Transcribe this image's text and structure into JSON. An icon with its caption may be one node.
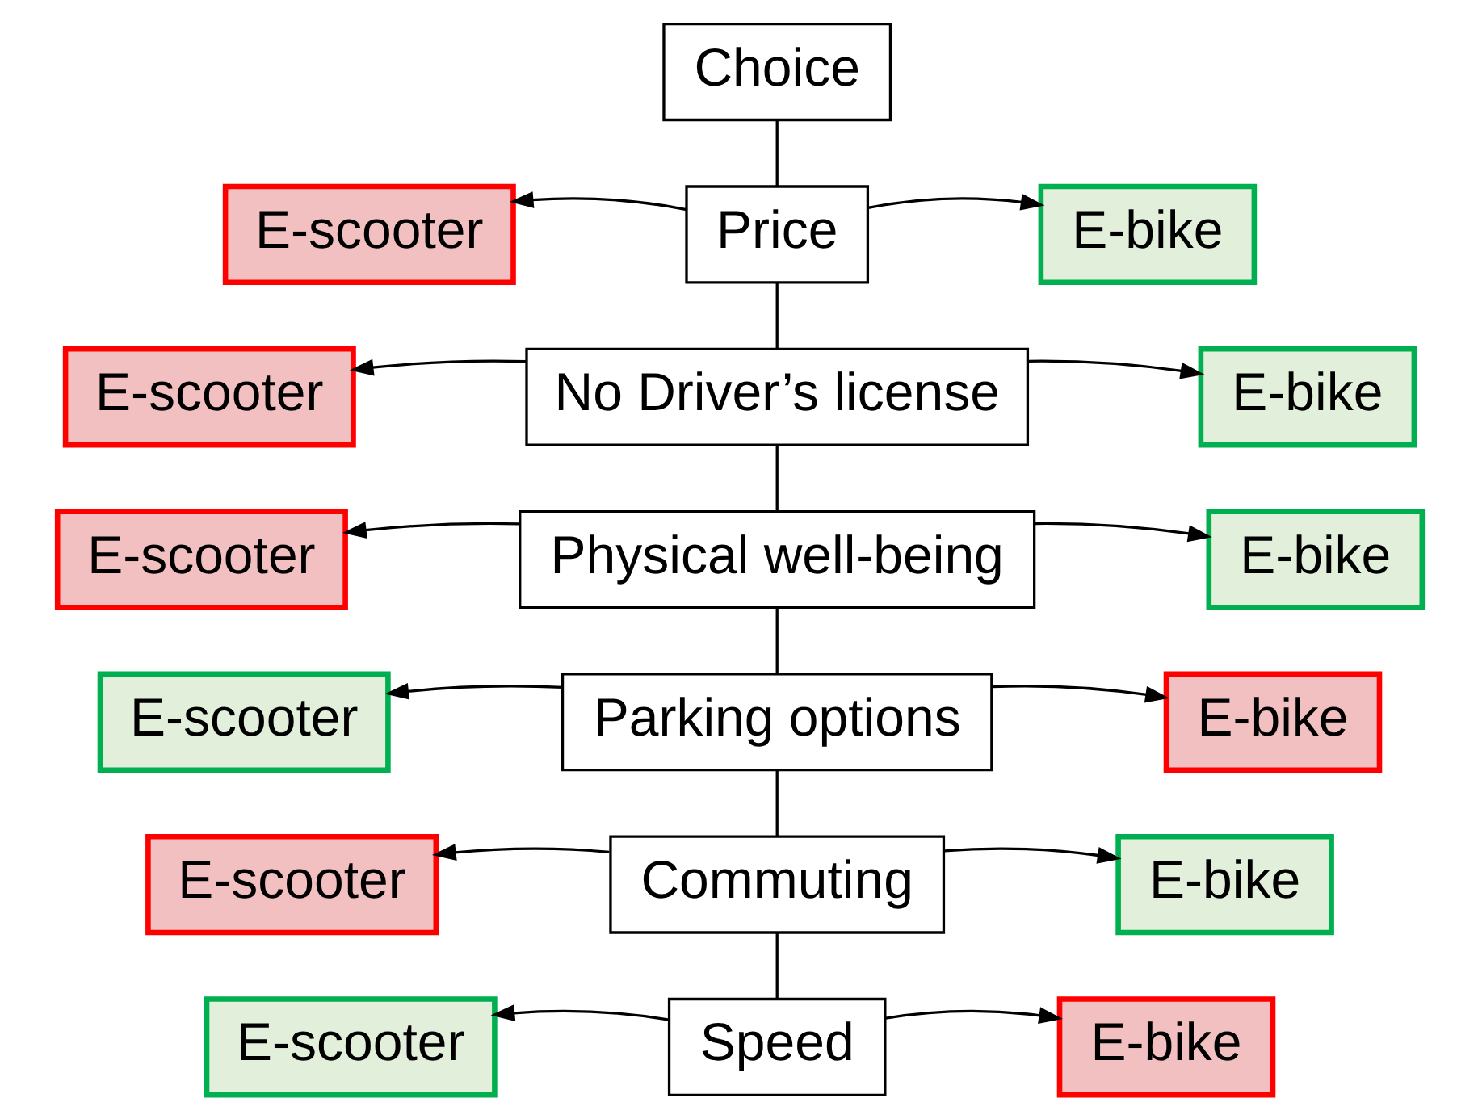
{
  "diagram": {
    "nodes": [
      {
        "text": [
          "Choice"
        ]
      },
      {
        "text": [
          "Price"
        ]
      },
      {
        "text": [
          "E-scooter"
        ]
      },
      {
        "text": [
          "E-bike"
        ]
      },
      {
        "text": [
          "No Driver’s license"
        ]
      },
      {
        "text": [
          "E-scooter"
        ]
      },
      {
        "text": [
          "E-bike"
        ]
      },
      {
        "text": [
          "Physical well-being"
        ]
      },
      {
        "text": [
          "E-scooter"
        ]
      },
      {
        "text": [
          "E-bike"
        ]
      },
      {
        "text": [
          "Parking options"
        ]
      },
      {
        "text": [
          "E-scooter"
        ]
      },
      {
        "text": [
          "E-bike"
        ]
      },
      {
        "text": [
          "Commuting"
        ]
      },
      {
        "text": [
          "E-scooter"
        ]
      },
      {
        "text": [
          "E-bike"
        ]
      },
      {
        "text": [
          "Speed"
        ]
      },
      {
        "text": [
          "E-scooter"
        ]
      },
      {
        "text": [
          "E-bike"
        ]
      }
    ],
    "edges": [
      {
        "from": 0,
        "to": 1,
        "arrow": "none"
      },
      {
        "from": 1,
        "to": 2,
        "arrow": "to"
      },
      {
        "from": 1,
        "to": 3,
        "arrow": "to"
      },
      {
        "from": 1,
        "to": 4,
        "arrow": "none"
      },
      {
        "from": 4,
        "to": 5,
        "arrow": "to"
      },
      {
        "from": 4,
        "to": 6,
        "arrow": "to"
      },
      {
        "from": 4,
        "to": 7,
        "arrow": "none"
      },
      {
        "from": 7,
        "to": 8,
        "arrow": "to"
      },
      {
        "from": 7,
        "to": 9,
        "arrow": "to"
      },
      {
        "from": 7,
        "to": 10,
        "arrow": "none"
      },
      {
        "from": 10,
        "to": 11,
        "arrow": "to"
      },
      {
        "from": 10,
        "to": 12,
        "arrow": "to"
      },
      {
        "from": 10,
        "to": 13,
        "arrow": "none"
      },
      {
        "from": 13,
        "to": 14,
        "arrow": "to"
      },
      {
        "from": 13,
        "to": 15,
        "arrow": "to"
      },
      {
        "from": 13,
        "to": 16,
        "arrow": "none"
      },
      {
        "from": 16,
        "to": 17,
        "arrow": "to"
      },
      {
        "from": 16,
        "to": 18,
        "arrow": "to"
      }
    ]
  }
}
